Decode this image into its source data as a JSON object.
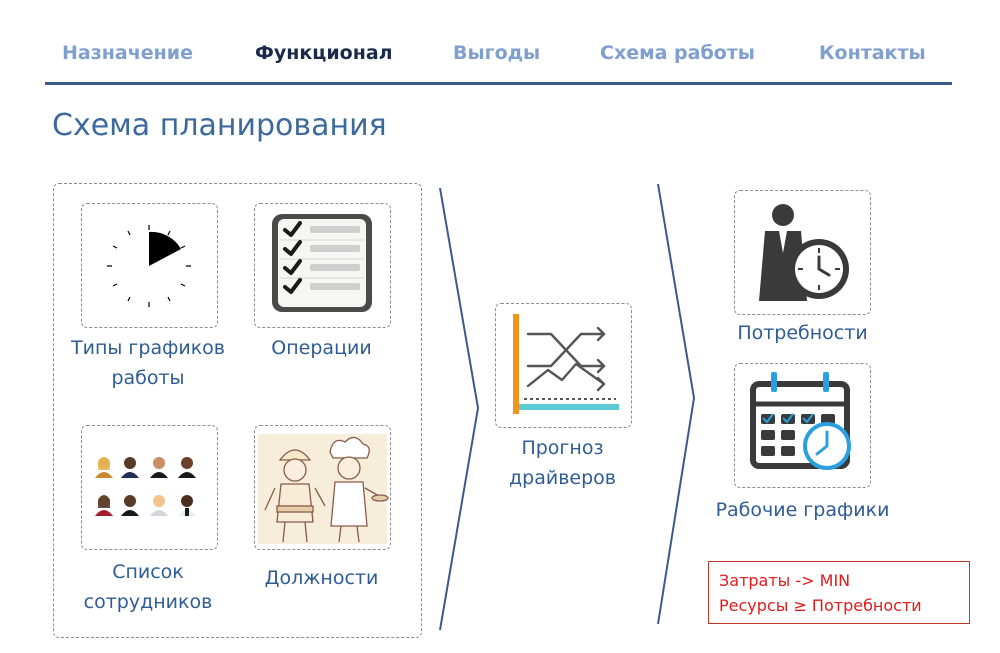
{
  "nav": {
    "items": [
      {
        "label": "Назначение",
        "active": false
      },
      {
        "label": "Функционал",
        "active": true
      },
      {
        "label": "Выгоды",
        "active": false
      },
      {
        "label": "Схема работы",
        "active": false
      },
      {
        "label": "Контакты",
        "active": false
      }
    ],
    "accent_color": "#7e9fcf",
    "active_color": "#1b2a4a"
  },
  "page": {
    "title": "Схема планирования",
    "title_color": "#3d6a9c"
  },
  "inputs": {
    "work_schedule_types": {
      "line1": "Типы графиков",
      "line2": "работы",
      "icon": "clock-icon"
    },
    "operations": {
      "label": "Операции",
      "icon": "checklist-icon"
    },
    "employee_list": {
      "line1": "Список",
      "line2": "сотрудников",
      "icon": "people-icon"
    },
    "positions": {
      "label": "Должности",
      "icon": "workers-icon"
    }
  },
  "forecast": {
    "line1": "Прогноз",
    "line2": "драйверов",
    "icon": "forecast-chart-icon"
  },
  "outputs": {
    "needs": {
      "label": "Потребности",
      "icon": "businessman-clock-icon"
    },
    "work_schedules": {
      "label": "Рабочие графики",
      "icon": "calendar-clock-icon"
    }
  },
  "formula": {
    "line1": "Затраты  ->  MIN",
    "line2": "Ресурсы  ≥  Потребности",
    "color": "#e21b1b"
  }
}
